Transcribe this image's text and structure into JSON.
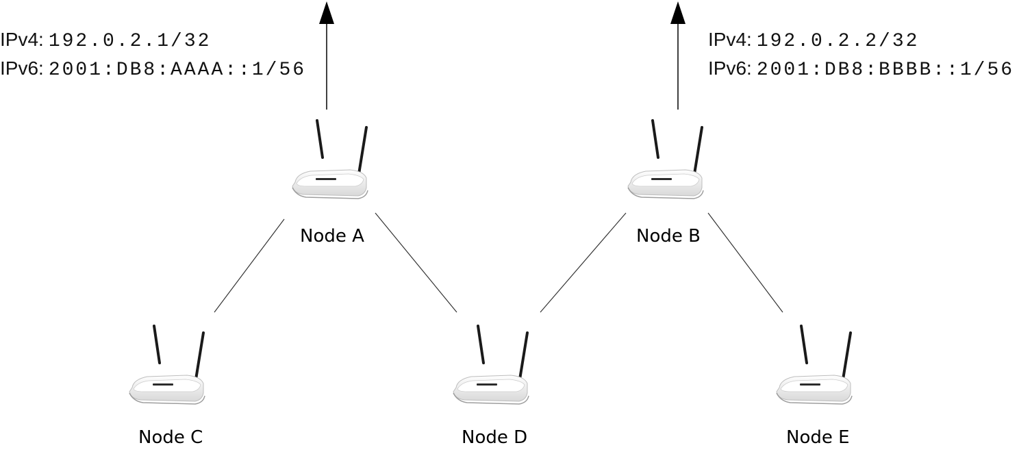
{
  "uplinks": [
    {
      "node": "A",
      "ipv4_label": "IPv4:",
      "ipv4_value": "192.0.2.1/32",
      "ipv6_label": "IPv6:",
      "ipv6_value": "2001:DB8:AAAA::1/56"
    },
    {
      "node": "B",
      "ipv4_label": "IPv4:",
      "ipv4_value": "192.0.2.2/32",
      "ipv6_label": "IPv6:",
      "ipv6_value": "2001:DB8:BBBB::1/56"
    }
  ],
  "nodes": {
    "a": {
      "label": "Node A"
    },
    "b": {
      "label": "Node B"
    },
    "c": {
      "label": "Node C"
    },
    "d": {
      "label": "Node D"
    },
    "e": {
      "label": "Node E"
    }
  },
  "links": [
    [
      "A",
      "C"
    ],
    [
      "A",
      "D"
    ],
    [
      "B",
      "D"
    ],
    [
      "B",
      "E"
    ]
  ],
  "icons": {
    "node": "wireless-router-icon",
    "uplink": "uplink-arrow-icon"
  },
  "colors": {
    "line": "#333333",
    "router_body": "#f2f2f2",
    "antenna": "#1a1a1a"
  }
}
